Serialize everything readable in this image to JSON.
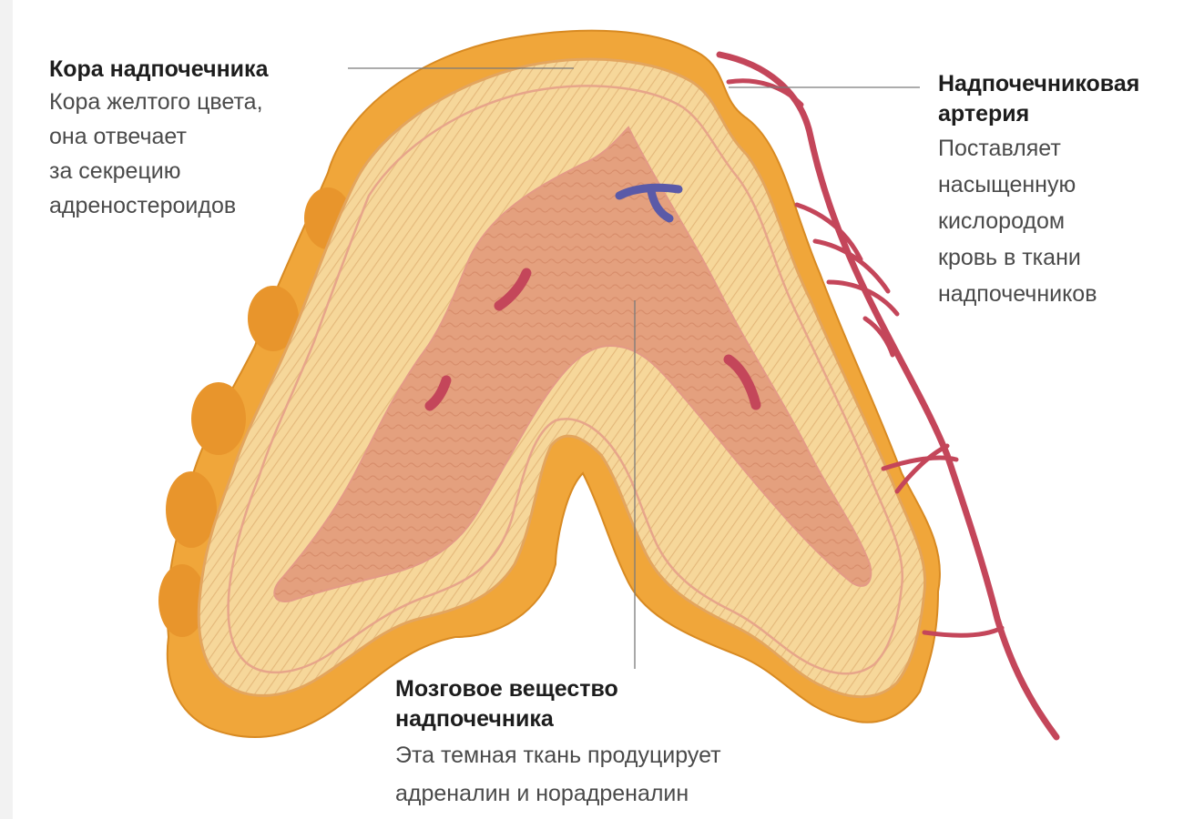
{
  "labels": {
    "cortex": {
      "title": "Кора надпочечника",
      "lines": [
        "Кора желтого цвета,",
        "она отвечает",
        "за секрецию",
        "адреностероидов"
      ]
    },
    "artery": {
      "title_lines": [
        "Надпочечниковая",
        "артерия"
      ],
      "lines": [
        "Поставляет",
        "насыщенную",
        "кислородом",
        "кровь в ткани",
        "надпочечников"
      ]
    },
    "medulla": {
      "title_lines": [
        "Мозговое вещество",
        "надпочечника"
      ],
      "lines": [
        "Эта темная ткань продуцирует",
        "адреналин и норадреналин"
      ]
    }
  },
  "colors": {
    "outer_capsule": "#f0a63a",
    "outer_shadow": "#e08f2a",
    "cortex": "#f6d79a",
    "cortex_stripes": "#e2b574",
    "medulla": "#e4a07e",
    "artery": "#c4465a",
    "vein": "#5a5aa8",
    "leader_line": "#7a7a7a"
  }
}
